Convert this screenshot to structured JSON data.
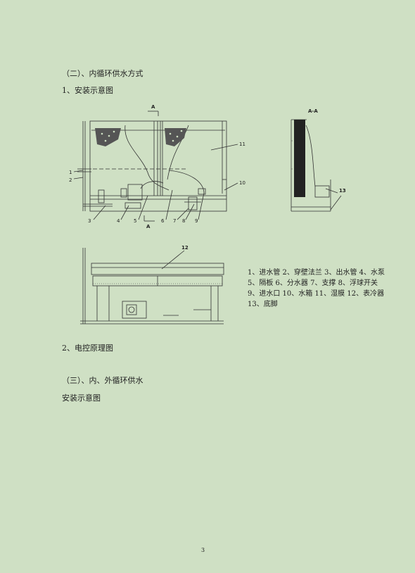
{
  "headings": {
    "section2": "（二）、内循环供水方式",
    "install1": "1、安装示意图",
    "electric": "2、电控原理图",
    "section3": "（三）、内、外循环供水",
    "install3": "安装示意图"
  },
  "diagram_labels": {
    "section_mark_top": "A",
    "section_mark_bottom": "A",
    "section_view": "A-A",
    "n1": "1",
    "n2": "2",
    "n3": "3",
    "n4": "4",
    "n5": "5",
    "n6": "6",
    "n7": "7",
    "n8": "8",
    "n9": "9",
    "n10": "10",
    "n11": "11",
    "n12": "12",
    "n13": "13"
  },
  "legend": [
    "1、进水管 2、穿壁法兰 3、出水管 4、水泵",
    "5、隔板    6、分水器    7、支撑    8、浮球开关",
    "9、进水口  10、水箱     11、湿膜  12、表冷器",
    "13、底脚"
  ],
  "page_number": "3"
}
